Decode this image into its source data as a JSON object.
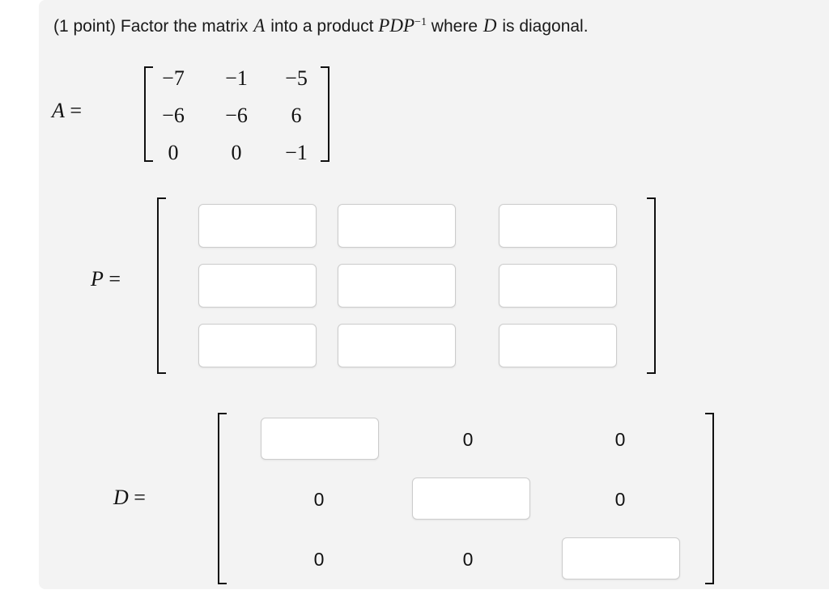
{
  "prompt": {
    "points": "(1 point)",
    "text_before_a": "Factor the matrix",
    "var_a": "A",
    "text_mid": "into a product",
    "product_p1": "P",
    "product_d": "D",
    "product_p2": "P",
    "product_exp": "−1",
    "text_where": "where",
    "var_d": "D",
    "text_end": "is diagonal."
  },
  "matrix_a": {
    "label_var": "A",
    "label_eq": "=",
    "rows": [
      [
        "−7",
        "−1",
        "−5"
      ],
      [
        "−6",
        "−6",
        "6"
      ],
      [
        "0",
        "0",
        "−1"
      ]
    ]
  },
  "matrix_p": {
    "label_var": "P",
    "label_eq": "=",
    "inputs": [
      [
        {
          "value": "",
          "placeholder": ""
        },
        {
          "value": "",
          "placeholder": ""
        },
        {
          "value": "",
          "placeholder": ""
        }
      ],
      [
        {
          "value": "",
          "placeholder": ""
        },
        {
          "value": "",
          "placeholder": ""
        },
        {
          "value": "",
          "placeholder": ""
        }
      ],
      [
        {
          "value": "",
          "placeholder": ""
        },
        {
          "value": "",
          "placeholder": ""
        },
        {
          "value": "",
          "placeholder": ""
        }
      ]
    ]
  },
  "matrix_d": {
    "label_var": "D",
    "label_eq": "=",
    "cells": [
      [
        {
          "type": "input",
          "value": "",
          "placeholder": ""
        },
        {
          "type": "text",
          "value": "0"
        },
        {
          "type": "text",
          "value": "0"
        }
      ],
      [
        {
          "type": "text",
          "value": "0"
        },
        {
          "type": "input",
          "value": "",
          "placeholder": ""
        },
        {
          "type": "text",
          "value": "0"
        }
      ],
      [
        {
          "type": "text",
          "value": "0"
        },
        {
          "type": "text",
          "value": "0"
        },
        {
          "type": "input",
          "value": "",
          "placeholder": ""
        }
      ]
    ]
  },
  "colors": {
    "page_background": "#ffffff",
    "panel_background": "#f3f3f3",
    "text": "#1a1a1a",
    "input_border": "#cccccc",
    "input_background": "#ffffff",
    "bracket": "#111111"
  }
}
